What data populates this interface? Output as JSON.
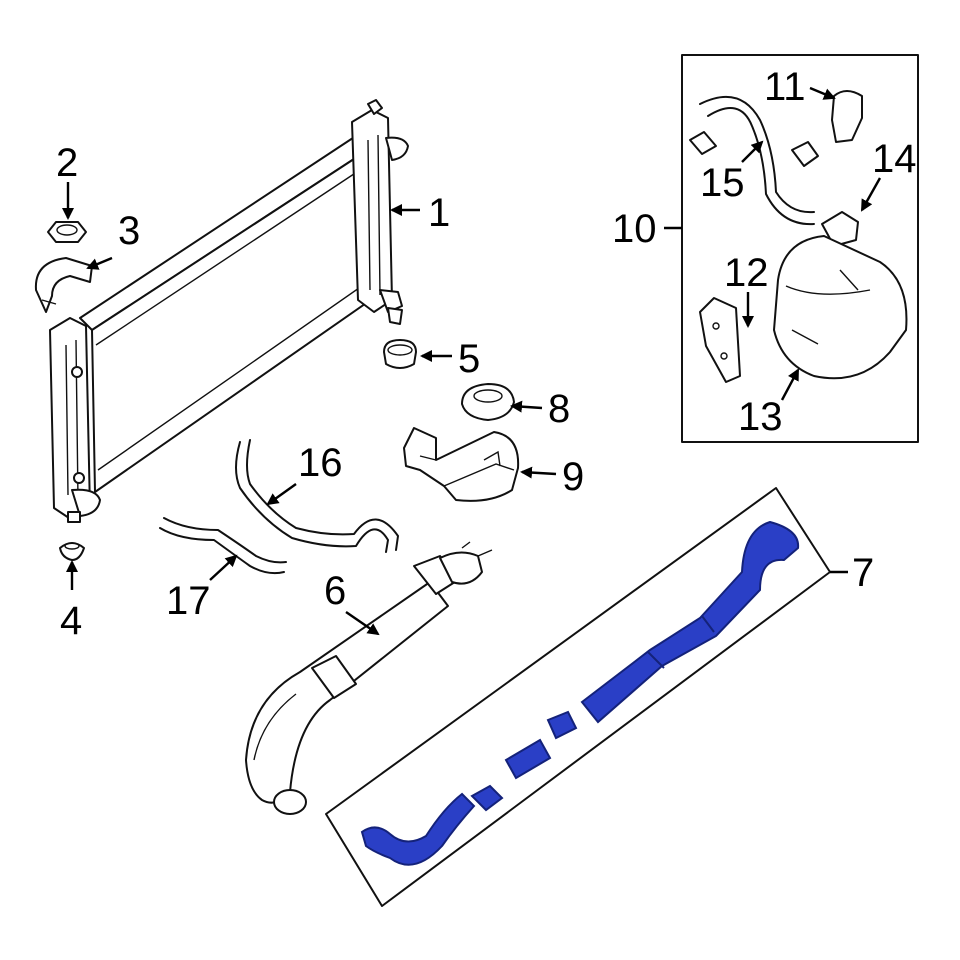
{
  "colors": {
    "highlight": "#2a3fc6",
    "highlight_dark": "#14227a",
    "line": "#111111",
    "background": "#ffffff"
  },
  "callouts": [
    {
      "id": "1",
      "text": "1"
    },
    {
      "id": "2",
      "text": "2"
    },
    {
      "id": "3",
      "text": "3"
    },
    {
      "id": "4",
      "text": "4"
    },
    {
      "id": "5",
      "text": "5"
    },
    {
      "id": "6",
      "text": "6"
    },
    {
      "id": "7",
      "text": "7"
    },
    {
      "id": "8",
      "text": "8"
    },
    {
      "id": "9",
      "text": "9"
    },
    {
      "id": "10",
      "text": "10"
    },
    {
      "id": "11",
      "text": "11"
    },
    {
      "id": "12",
      "text": "12"
    },
    {
      "id": "13",
      "text": "13"
    },
    {
      "id": "14",
      "text": "14"
    },
    {
      "id": "15",
      "text": "15"
    },
    {
      "id": "16",
      "text": "16"
    },
    {
      "id": "17",
      "text": "17"
    }
  ]
}
